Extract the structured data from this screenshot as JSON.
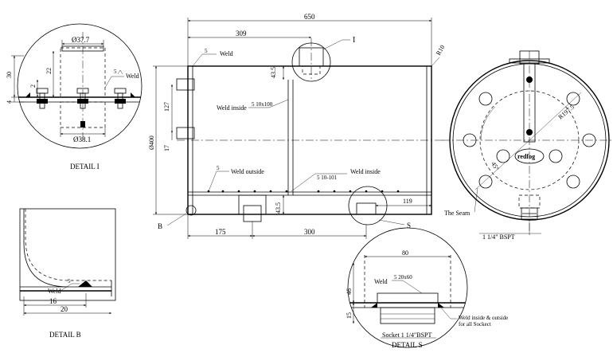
{
  "detail_i": {
    "title": "DETAIL I",
    "dim_top": "Ø37.7",
    "dim_bottom": "Ø38.1",
    "dim_30": "30",
    "dim_22": "22",
    "dim_2": "2",
    "dim_4": "4",
    "weld": "Weld",
    "weld_size": "5"
  },
  "detail_b": {
    "title": "DETAIL B",
    "weld": "Weld",
    "weld_size": "5",
    "dim_16": "16",
    "dim_20": "20"
  },
  "main": {
    "dim_650": "650",
    "dim_309": "309",
    "label_i": "I",
    "weld_top": "Weld",
    "weld_top_size": "5",
    "dim_43_5_top": "43.5",
    "dim_r10": "R10",
    "weld_inside_1": "Weld inside",
    "weld_inside_1_spec": "5 10x100",
    "dim_127": "127",
    "dim_400": "Ø400",
    "dim_17": "17",
    "weld_outside": "Weld outside",
    "weld_outside_size": "5",
    "weld_inside_2": "Weld inside",
    "weld_inside_2_spec": "5 10-101",
    "dim_43_5_bottom": "43.5",
    "dim_119": "119",
    "label_b": "B",
    "label_s": "S",
    "dim_175": "175",
    "dim_300": "300"
  },
  "side_view": {
    "dim_r197": "R197.5",
    "angle_45": "45°",
    "logo": "redfog",
    "the_seam": "The Seam",
    "bspt": "1 1/4\" BSPT"
  },
  "detail_s": {
    "title": "DETAIL S",
    "dim_80": "80",
    "dim_46": "46",
    "dim_15": "15",
    "weld": "Weld",
    "weld_spec": "5 20x60",
    "weld_inside_outside": "Weld inside & outside",
    "for_all_socket": "for all Sockect",
    "socket": "Socket 1 1/4\"BSPT"
  }
}
